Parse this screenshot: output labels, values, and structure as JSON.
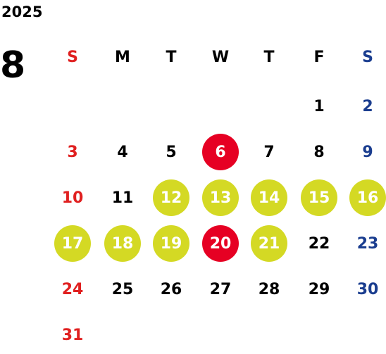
{
  "calendar": {
    "year": "2025",
    "month": "8",
    "colors": {
      "sunday": "#e02020",
      "saturday": "#1a3d8f",
      "weekday": "#000000",
      "holiday_circle": "#e60023",
      "highlight_circle": "#d4d924",
      "circle_text": "#ffffff"
    },
    "weekdays": [
      {
        "label": "S",
        "type": "sunday"
      },
      {
        "label": "M",
        "type": "weekday"
      },
      {
        "label": "T",
        "type": "weekday"
      },
      {
        "label": "W",
        "type": "weekday"
      },
      {
        "label": "T",
        "type": "weekday"
      },
      {
        "label": "F",
        "type": "weekday"
      },
      {
        "label": "S",
        "type": "saturday"
      }
    ],
    "days": [
      {
        "label": "1",
        "col": 5,
        "row": 0,
        "type": "weekday",
        "mark": "none"
      },
      {
        "label": "2",
        "col": 6,
        "row": 0,
        "type": "saturday",
        "mark": "none"
      },
      {
        "label": "3",
        "col": 0,
        "row": 1,
        "type": "sunday",
        "mark": "none"
      },
      {
        "label": "4",
        "col": 1,
        "row": 1,
        "type": "weekday",
        "mark": "none"
      },
      {
        "label": "5",
        "col": 2,
        "row": 1,
        "type": "weekday",
        "mark": "none"
      },
      {
        "label": "6",
        "col": 3,
        "row": 1,
        "type": "weekday",
        "mark": "holiday"
      },
      {
        "label": "7",
        "col": 4,
        "row": 1,
        "type": "weekday",
        "mark": "none"
      },
      {
        "label": "8",
        "col": 5,
        "row": 1,
        "type": "weekday",
        "mark": "none"
      },
      {
        "label": "9",
        "col": 6,
        "row": 1,
        "type": "saturday",
        "mark": "none"
      },
      {
        "label": "10",
        "col": 0,
        "row": 2,
        "type": "sunday",
        "mark": "none"
      },
      {
        "label": "11",
        "col": 1,
        "row": 2,
        "type": "weekday",
        "mark": "none"
      },
      {
        "label": "12",
        "col": 2,
        "row": 2,
        "type": "weekday",
        "mark": "highlight"
      },
      {
        "label": "13",
        "col": 3,
        "row": 2,
        "type": "weekday",
        "mark": "highlight"
      },
      {
        "label": "14",
        "col": 4,
        "row": 2,
        "type": "weekday",
        "mark": "highlight"
      },
      {
        "label": "15",
        "col": 5,
        "row": 2,
        "type": "weekday",
        "mark": "highlight"
      },
      {
        "label": "16",
        "col": 6,
        "row": 2,
        "type": "saturday",
        "mark": "highlight"
      },
      {
        "label": "17",
        "col": 0,
        "row": 3,
        "type": "sunday",
        "mark": "highlight"
      },
      {
        "label": "18",
        "col": 1,
        "row": 3,
        "type": "weekday",
        "mark": "highlight"
      },
      {
        "label": "19",
        "col": 2,
        "row": 3,
        "type": "weekday",
        "mark": "highlight"
      },
      {
        "label": "20",
        "col": 3,
        "row": 3,
        "type": "weekday",
        "mark": "holiday"
      },
      {
        "label": "21",
        "col": 4,
        "row": 3,
        "type": "weekday",
        "mark": "highlight"
      },
      {
        "label": "22",
        "col": 5,
        "row": 3,
        "type": "weekday",
        "mark": "none"
      },
      {
        "label": "23",
        "col": 6,
        "row": 3,
        "type": "saturday",
        "mark": "none"
      },
      {
        "label": "24",
        "col": 0,
        "row": 4,
        "type": "sunday",
        "mark": "none"
      },
      {
        "label": "25",
        "col": 1,
        "row": 4,
        "type": "weekday",
        "mark": "none"
      },
      {
        "label": "26",
        "col": 2,
        "row": 4,
        "type": "weekday",
        "mark": "none"
      },
      {
        "label": "27",
        "col": 3,
        "row": 4,
        "type": "weekday",
        "mark": "none"
      },
      {
        "label": "28",
        "col": 4,
        "row": 4,
        "type": "weekday",
        "mark": "none"
      },
      {
        "label": "29",
        "col": 5,
        "row": 4,
        "type": "weekday",
        "mark": "none"
      },
      {
        "label": "30",
        "col": 6,
        "row": 4,
        "type": "saturday",
        "mark": "none"
      },
      {
        "label": "31",
        "col": 0,
        "row": 5,
        "type": "sunday",
        "mark": "none"
      }
    ]
  }
}
